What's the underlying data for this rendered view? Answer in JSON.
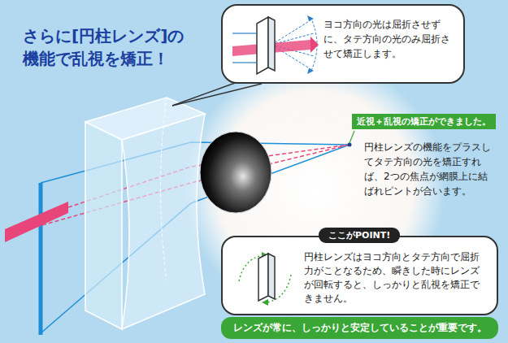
{
  "diagram": {
    "title": "さらに[円柱レンズ]の 機能で乱視を矯正！",
    "nodes": [
      {
        "text": [
          "ヨコ方向の光は屈折させずに、タテ方向の光のみ屈折させて矯正します。"
        ]
      },
      {
        "text": [
          "近視＋乱視の矯正ができました。"
        ]
      },
      {
        "text": [
          "ここがPOINT!",
          "円柱レンズはヨコ方向とタテ方向で屈折力がことなるため、瞬きした時にレンズが回転すると、しっかりと乱視を矯正できません。"
        ]
      },
      {
        "text": [
          "レンズが常に、しっかりと安定していることが重要です。"
        ]
      }
    ],
    "labels": [
      "円柱レンズの機能をプラスしてタテ方向の光を矯正すれば、2つの焦点が網膜上に結ばれピントが合います。"
    ]
  }
}
